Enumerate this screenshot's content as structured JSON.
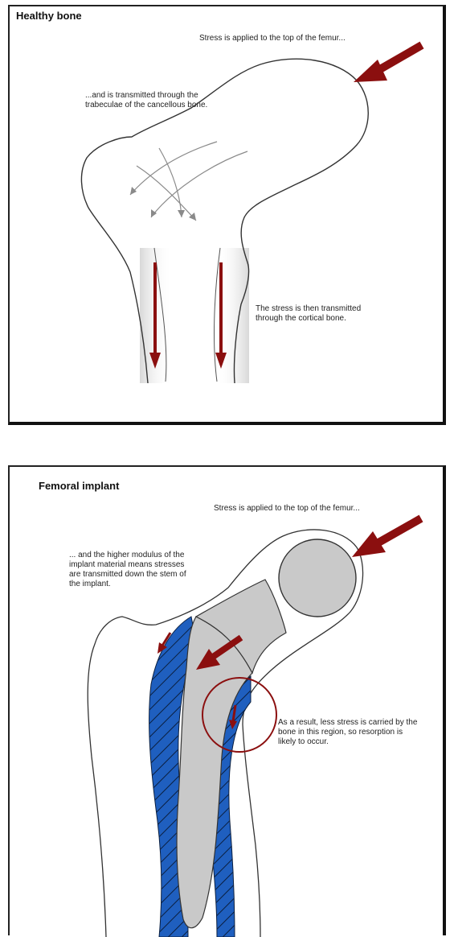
{
  "healthy": {
    "title": "Healthy bone",
    "stress_applied": "Stress is applied to the top of the femur...",
    "trabeculae_note": "...and is transmitted through the\ntrabeculae of the cancellous bone.",
    "cortical_note": "The stress is then transmitted\nthrough the cortical bone."
  },
  "implant": {
    "title": "Femoral implant",
    "stress_applied": "Stress is applied to the top of the femur...",
    "modulus_note": "... and the higher modulus of the\nimplant material means stresses\nare transmitted down the stem of\nthe implant.",
    "resorption_note": "As a result, less stress is carried by the\nbone in this region, so resorption is\nlikely to occur."
  },
  "colors": {
    "arrow": "#8b0f0f",
    "cortical_blue": "#1f5fbf",
    "implant_gray": "#c9c9c9",
    "trabecular_gray": "#8a8a8a"
  }
}
